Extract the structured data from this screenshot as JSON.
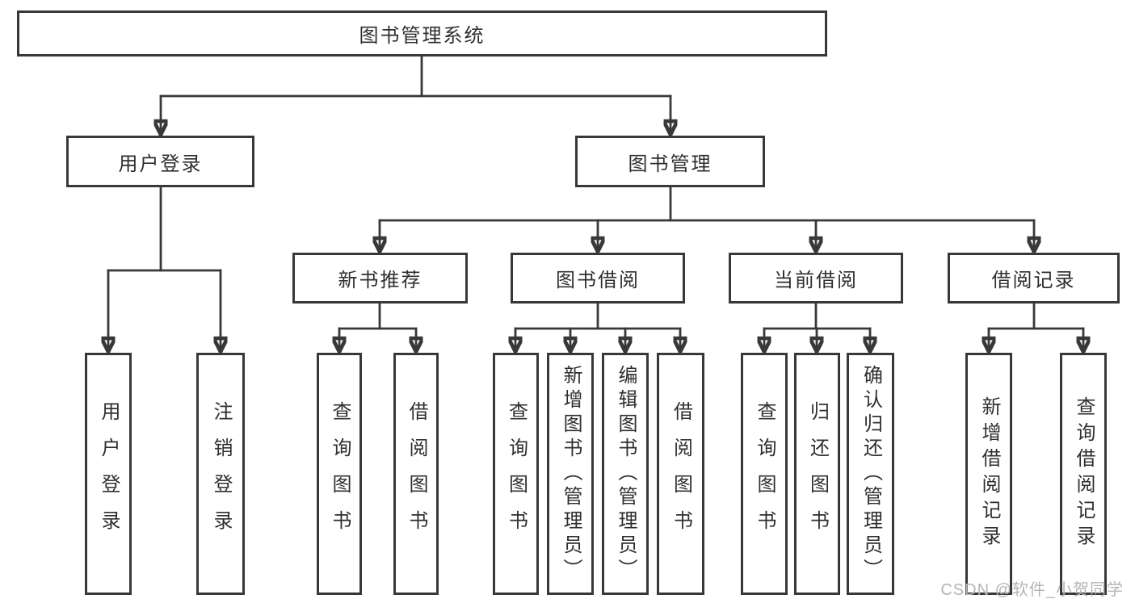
{
  "diagram": {
    "title": "图书管理系统",
    "root": "图书管理系统",
    "level2": [
      "用户登录",
      "图书管理"
    ],
    "level3": [
      "新书推荐",
      "图书借阅",
      "当前借阅",
      "借阅记录"
    ],
    "children": {
      "user_login": [
        "用户登录",
        "注销登录"
      ],
      "new_book_recommend": [
        "查询图书",
        "借阅图书"
      ],
      "book_borrowing": [
        "查询图书",
        "新增图书（管理员）",
        "编辑图书（管理员）",
        "借阅图书"
      ],
      "current_borrowing": [
        "查询图书",
        "归还图书",
        "确认归还（管理员）"
      ],
      "borrowing_records": [
        "新增借阅记录",
        "查询借阅记录"
      ]
    }
  },
  "watermark": {
    "text": "CSDN @软件_小贺同学"
  },
  "colors": {
    "line": "#383838",
    "box_border": "#383838",
    "text": "#2f2f2f",
    "watermark": "#b5b5b5",
    "background": "#ffffff"
  }
}
